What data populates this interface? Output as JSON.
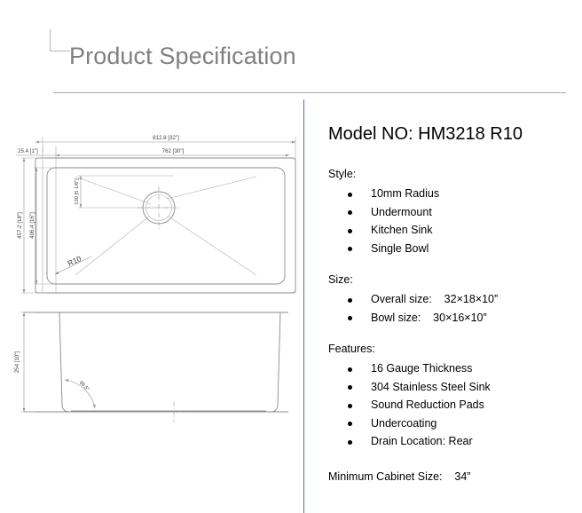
{
  "document": {
    "title": "Product Specification"
  },
  "spec": {
    "model_no": "Model NO: HM3218 R10",
    "groups": [
      {
        "heading": "Style:",
        "items": [
          "10mm Radius",
          "Undermount",
          "Kitchen Sink",
          "Single Bowl"
        ]
      },
      {
        "heading": "Size:",
        "items": [
          "Overall size:    32×18×10”",
          "Bowl size:    30×16×10”"
        ]
      },
      {
        "heading": "Features:",
        "items": [
          "16 Gauge Thickness",
          "304 Stainless Steel Sink",
          "Sound Reduction Pads",
          "Undercoating",
          "Drain Location: Rear"
        ]
      }
    ],
    "minimum_cabinet_size": "Minimum Cabinet Size:    34”"
  },
  "drawing": {
    "top_view": {
      "dim_overall_width": "812.8 [32\"]",
      "dim_bowl_width": "762 [30\"]",
      "dim_rim_offset": "25.4 [1\"]",
      "dim_overall_depth": "457.2 [18\"]",
      "dim_bowl_depth": "406.4 [16\"]",
      "dim_drain_offset": "130 [5 1/8\"]",
      "callout_radius": "R10"
    },
    "front_view": {
      "dim_height": "254 [10\"]",
      "dim_angle": "89.5°"
    }
  },
  "colors": {
    "title_gray": "#808080",
    "divider_blue": "#4472c4",
    "rule_gray": "#a6a6a6",
    "drawing_line": "#8a8a8a"
  }
}
